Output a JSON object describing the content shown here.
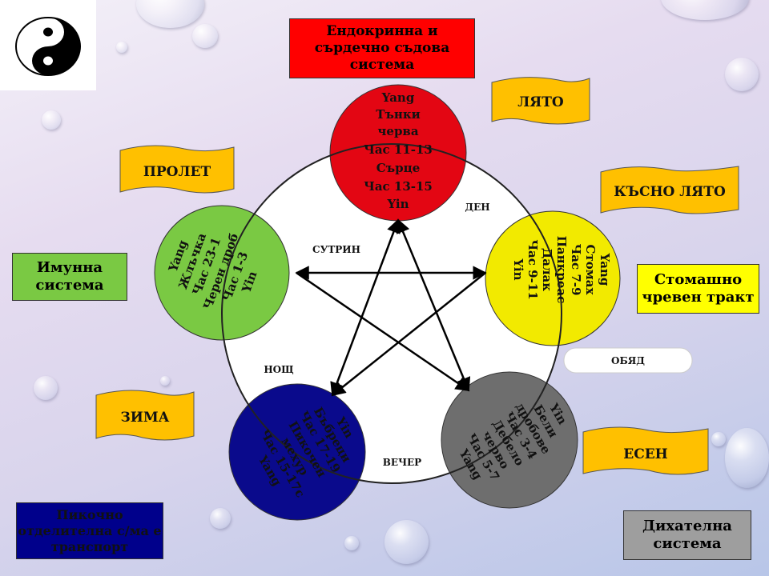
{
  "systems": {
    "endocrine": "Ендокринна и сърдечно съдова система",
    "immune": "Имунна система",
    "digestive": "Стомашно чревен тракт",
    "urinary": "Пикочно отделителна с/ма е транспорт",
    "respiratory": "Дихателна система"
  },
  "seasons": {
    "summer": "ЛЯТО",
    "late_summer": "КЪСНО ЛЯТО",
    "spring": "ПРОЛЕТ",
    "winter": "ЗИМА",
    "autumn": "ЕСЕН"
  },
  "times": {
    "day": "ДЕН",
    "morning": "СУТРИН",
    "noon": "ОБЯД",
    "night": "НОЩ",
    "evening": "ВЕЧЕР"
  },
  "elements": {
    "red": [
      "Yang",
      "Тънки",
      "черва",
      "Час 11-13",
      "Сърце",
      "Час 13-15",
      "Yin"
    ],
    "yellow": [
      "Yang",
      "Стомах",
      "Час 7-9",
      "Панкреас",
      "Далак",
      "Час 9-11",
      "Yin"
    ],
    "green": [
      "Yang",
      "Жлъчка",
      "Час 23-1",
      "Черен дроб",
      "Час 1-3",
      "Yin"
    ],
    "blue": [
      "Yin",
      "Бъбреци",
      "Час 17-19",
      "Пикочен",
      "мехур",
      "Час 15-17с",
      "Yang"
    ],
    "gray": [
      "Yin",
      "Бели",
      "дробове",
      "Час 3-4",
      "Дебело",
      "черво",
      "Час 5-7",
      "Yang"
    ]
  },
  "colors": {
    "fire": "#e30613",
    "earth": "#f2ea00",
    "wood": "#7ac943",
    "water": "#0a0a8c",
    "metal": "#6e6e6e",
    "flag": "#ffc000",
    "box_red": "#ff0000",
    "box_green": "#7ac943",
    "box_yellow": "#ffff00",
    "box_blue": "#00008b",
    "box_gray": "#9e9e9e"
  },
  "icons": {
    "logo": "yin-yang-icon"
  }
}
